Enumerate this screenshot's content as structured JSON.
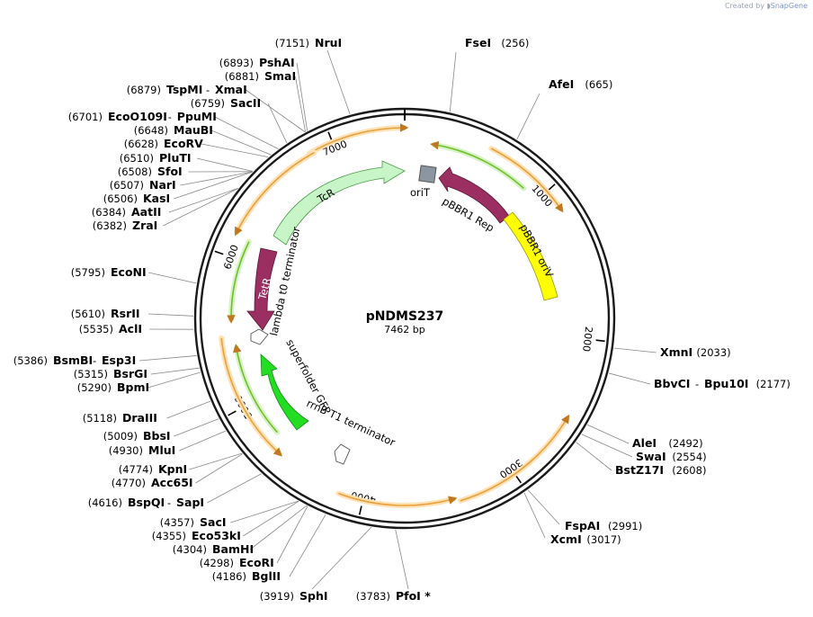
{
  "credit": {
    "prefix": "Created by",
    "brand": "SnapGene"
  },
  "plasmid": {
    "name": "pNDMS237",
    "size_label": "7462 bp",
    "length": 7462
  },
  "ticks": [
    {
      "pos": 1000,
      "label": "1000"
    },
    {
      "pos": 2000,
      "label": "2000"
    },
    {
      "pos": 3000,
      "label": "3000"
    },
    {
      "pos": 4000,
      "label": "4000"
    },
    {
      "pos": 5000,
      "label": "5000"
    },
    {
      "pos": 6000,
      "label": "6000"
    },
    {
      "pos": 7000,
      "label": "7000"
    }
  ],
  "enzymes": [
    {
      "name": "NruI",
      "pos_label": "(7151)",
      "site": 7151
    },
    {
      "name": "PshAI",
      "pos_label": "(6893)",
      "site": 6893
    },
    {
      "name": "SmaI",
      "pos_label": "(6881)",
      "site": 6881
    },
    {
      "name": "TspMI",
      "alt": "XmaI",
      "pos_label": "(6879)",
      "site": 6879
    },
    {
      "name": "SacII",
      "pos_label": "(6759)",
      "site": 6759
    },
    {
      "name": "EcoO109I",
      "alt": "PpuMI",
      "pos_label": "(6701)",
      "site": 6701
    },
    {
      "name": "MauBI",
      "pos_label": "(6648)",
      "site": 6648
    },
    {
      "name": "EcoRV",
      "pos_label": "(6628)",
      "site": 6628
    },
    {
      "name": "PluTI",
      "pos_label": "(6510)",
      "site": 6510
    },
    {
      "name": "SfoI",
      "pos_label": "(6508)",
      "site": 6508
    },
    {
      "name": "NarI",
      "pos_label": "(6507)",
      "site": 6507
    },
    {
      "name": "KasI",
      "pos_label": "(6506)",
      "site": 6506
    },
    {
      "name": "AatII",
      "pos_label": "(6384)",
      "site": 6384
    },
    {
      "name": "ZraI",
      "pos_label": "(6382)",
      "site": 6382
    },
    {
      "name": "EcoNI",
      "pos_label": "(5795)",
      "site": 5795
    },
    {
      "name": "RsrII",
      "pos_label": "(5610)",
      "site": 5610
    },
    {
      "name": "AclI",
      "pos_label": "(5535)",
      "site": 5535
    },
    {
      "name": "BsmBI",
      "alt": "Esp3I",
      "pos_label": "(5386)",
      "site": 5386
    },
    {
      "name": "BsrGI",
      "pos_label": "(5315)",
      "site": 5315
    },
    {
      "name": "BpmI",
      "pos_label": "(5290)",
      "site": 5290
    },
    {
      "name": "DraIII",
      "pos_label": "(5118)",
      "site": 5118
    },
    {
      "name": "BbsI",
      "pos_label": "(5009)",
      "site": 5009
    },
    {
      "name": "MluI",
      "pos_label": "(4930)",
      "site": 4930
    },
    {
      "name": "KpnI",
      "pos_label": "(4774)",
      "site": 4774
    },
    {
      "name": "Acc65I",
      "pos_label": "(4770)",
      "site": 4770
    },
    {
      "name": "BspQI",
      "alt": "SapI",
      "pos_label": "(4616)",
      "site": 4616
    },
    {
      "name": "SacI",
      "pos_label": "(4357)",
      "site": 4357
    },
    {
      "name": "Eco53kI",
      "pos_label": "(4355)",
      "site": 4355
    },
    {
      "name": "BamHI",
      "pos_label": "(4304)",
      "site": 4304
    },
    {
      "name": "EcoRI",
      "pos_label": "(4298)",
      "site": 4298
    },
    {
      "name": "BglII",
      "pos_label": "(4186)",
      "site": 4186
    },
    {
      "name": "SphI",
      "pos_label": "(3919)",
      "site": 3919
    },
    {
      "name": "PfoI *",
      "pos_label": "(3783)",
      "site": 3783
    },
    {
      "name": "FseI",
      "pos_label": "(256)",
      "site": 256
    },
    {
      "name": "AfeI",
      "pos_label": "(665)",
      "site": 665
    },
    {
      "name": "XmnI",
      "pos_label": "(2033)",
      "site": 2033
    },
    {
      "name": "BbvCI",
      "alt": "Bpu10I",
      "pos_label": "(2177)",
      "site": 2177
    },
    {
      "name": "AleI",
      "pos_label": "(2492)",
      "site": 2492
    },
    {
      "name": "SwaI",
      "pos_label": "(2554)",
      "site": 2554
    },
    {
      "name": "BstZ17I",
      "pos_label": "(2608)",
      "site": 2608
    },
    {
      "name": "FspAI",
      "pos_label": "(2991)",
      "site": 2991
    },
    {
      "name": "XcmI",
      "pos_label": "(3017)",
      "site": 3017
    }
  ],
  "features": [
    {
      "name": "oriT",
      "type": "origin",
      "color": "#8c96a0"
    },
    {
      "name": "pBBR1 Rep",
      "type": "cds",
      "color": "#9b2f62"
    },
    {
      "name": "pBBR1 oriV",
      "type": "origin",
      "color": "#ffff00"
    },
    {
      "name": "TcR",
      "type": "promoter",
      "color": "#c8f5c8"
    },
    {
      "name": "TetR",
      "type": "cds",
      "color": "#9b2f62"
    },
    {
      "name": "lambda t0 terminator",
      "type": "terminator",
      "color": "#ffffff"
    },
    {
      "name": "superfolder GFP",
      "type": "cds",
      "color": "#22dd22"
    },
    {
      "name": "rrnB T1 terminator",
      "type": "terminator",
      "color": "#ffffff"
    }
  ],
  "colors": {
    "backbone": "#1a1a1a",
    "orf_arrow": "#e8a03c",
    "orf_glow": "#ffe1b4",
    "primer_arrow": "#6fbf2b",
    "primer_glow": "#d7f2c3"
  }
}
